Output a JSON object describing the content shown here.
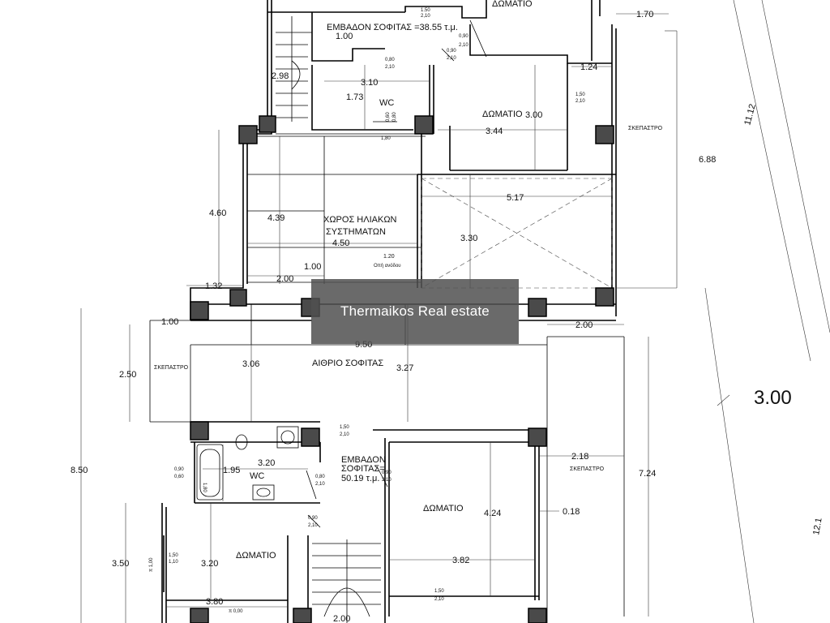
{
  "labels": {
    "room_top_center": "ΔΩΜΑΤΙΟ",
    "room_upper_right": "ΔΩΜΑΤΙΟ",
    "room_lower_right": "ΔΩΜΑΤΙΟ",
    "room_lower_left": "ΔΩΜΑΤΙΟ",
    "wc_top": "WC",
    "wc_bottom": "WC",
    "solar_line1": "ΧΩΡΟΣ ΗΛΙΑΚΩΝ",
    "solar_line2": "ΣΥΣΤΗΜΑΤΩΝ",
    "atrium": "ΑΙΘΡΙΟ ΣΟΦΙΤΑΣ",
    "area_top": "ΕΜΒΑΔΟΝ ΣΟΦΙΤΑΣ =38.55 τ.μ.",
    "area_bottom_1": "ΕΜΒΑΔΟΝ",
    "area_bottom_2": "ΣΟΦΙΤΑΣ=",
    "area_bottom_3": "50.19 τ.μ.",
    "canopy_right_top": "ΣΚΕΠΑΣΤΡΟ",
    "canopy_left": "ΣΚΕΠΑΣΤΡΟ",
    "canopy_right_mid": "ΣΚΕΠΑΣΤΡΟ",
    "skylight_dim": "1.20",
    "skylight_note": "Οπή ανόδου"
  },
  "dimensions": {
    "d_170": "1.70",
    "d_124": "1.24",
    "d_1112": "11.12",
    "d_688": "6.88",
    "d_100_stair": "1.00",
    "d_298": "2.98",
    "d_310": "3.10",
    "d_173": "1.73",
    "d_300_room": "3.00",
    "d_344": "3.44",
    "d_460": "4.60",
    "d_439": "4.39",
    "d_450": "4.50",
    "d_517": "5.17",
    "d_330": "3.30",
    "d_100_mid": "1.00",
    "d_200_mid": "2.00",
    "d_132": "1.32",
    "d_100_left": "1.00",
    "d_950": "9.50",
    "d_200_right": "2.00",
    "d_250": "2.50",
    "d_306": "3.06",
    "d_327": "3.27",
    "d_300_road": "3.00",
    "d_850": "8.50",
    "d_320_wc": "3.20",
    "d_195": "1.95",
    "d_218": "2.18",
    "d_724": "7.24",
    "d_424": "4.24",
    "d_018": "0.18",
    "d_382": "3.82",
    "d_350": "3.50",
    "d_320_room": "3.20",
    "d_380": "3.80",
    "d_200_bottom": "2.00",
    "d_121": "12.1"
  },
  "openings": {
    "o_150_210_a": [
      "1.50",
      "2,10"
    ],
    "o_090_210_a": [
      "0,90",
      "2,10"
    ],
    "o_090_210_b": [
      "0,90",
      "2,10"
    ],
    "o_080_210_a": [
      "0,80",
      "2,10"
    ],
    "o_150_210_b": [
      "1,50",
      "2,10"
    ],
    "o_060_080": [
      "0,60",
      "0,80"
    ],
    "o_180": "1,80",
    "o_150_210_c": [
      "1,50",
      "2,10"
    ],
    "o_080_210_b": [
      "0,80",
      "2,10"
    ],
    "o_090_210_c": [
      "0,90",
      "2,10"
    ],
    "o_090_060": [
      "0,90",
      "0,60"
    ],
    "o_080_210_c": [
      "0,80",
      "2,10"
    ],
    "o_090_210_d": [
      "0,90",
      "2,10"
    ],
    "o_150_110": [
      "1,50",
      "1,10"
    ],
    "o_100_side": "π 1,00",
    "o_000": "π 0,00",
    "o_150_210_d": [
      "1,50",
      "2,10"
    ],
    "o_180_wc": "1,80"
  },
  "watermark": "Thermaikos Real estate",
  "colors": {
    "line": "#000000",
    "column_fill": "#4a4a4a",
    "watermark_bg": "#505050",
    "watermark_text": "#ffffff"
  }
}
